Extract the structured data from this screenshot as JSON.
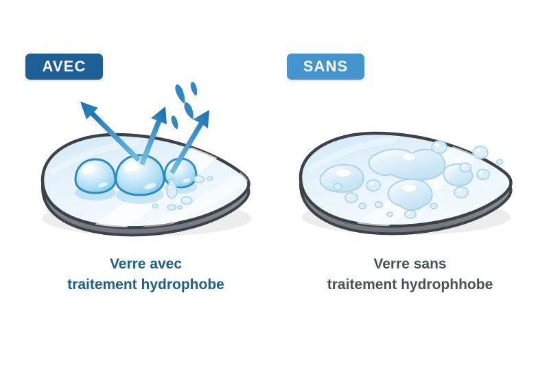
{
  "background_color": "#ffffff",
  "comparison": {
    "left": {
      "badge_label": "AVEC",
      "badge_color": "#1e5f96",
      "caption_line1": "Verre avec",
      "caption_line2": "traitement hydrophobe",
      "caption_color": "#1f5f8b",
      "illustration": {
        "name": "lens-with-hydrophobic-coating",
        "description": "eyeglass lens with beaded water droplets rolling off",
        "lens_fill": "#e3f1fa",
        "lens_rim_color": "#3e4247",
        "lens_edge_color": "#9aa2a8",
        "droplet_color": "#b9e0f5",
        "droplet_outline": "#2a8bc4",
        "arrow_color": "#2f87c4",
        "arrow_count": 3,
        "bead_droplet_count": 3,
        "splash_droplet_count": 4
      }
    },
    "right": {
      "badge_label": "SANS",
      "badge_color": "#4494cd",
      "caption_line1": "Verre sans",
      "caption_line2": "traitement hydrophhobe",
      "caption_color": "#4c5157",
      "illustration": {
        "name": "lens-without-hydrophobic-coating",
        "description": "eyeglass lens with water spread into flat puddles",
        "lens_fill": "#e3f1fa",
        "lens_rim_color": "#3e4247",
        "lens_edge_color": "#9aa2a8",
        "puddle_fill": "#cde7f5",
        "puddle_outline": "#a9d2e8",
        "large_puddle_count": 4,
        "small_droplet_count": 12
      }
    }
  }
}
